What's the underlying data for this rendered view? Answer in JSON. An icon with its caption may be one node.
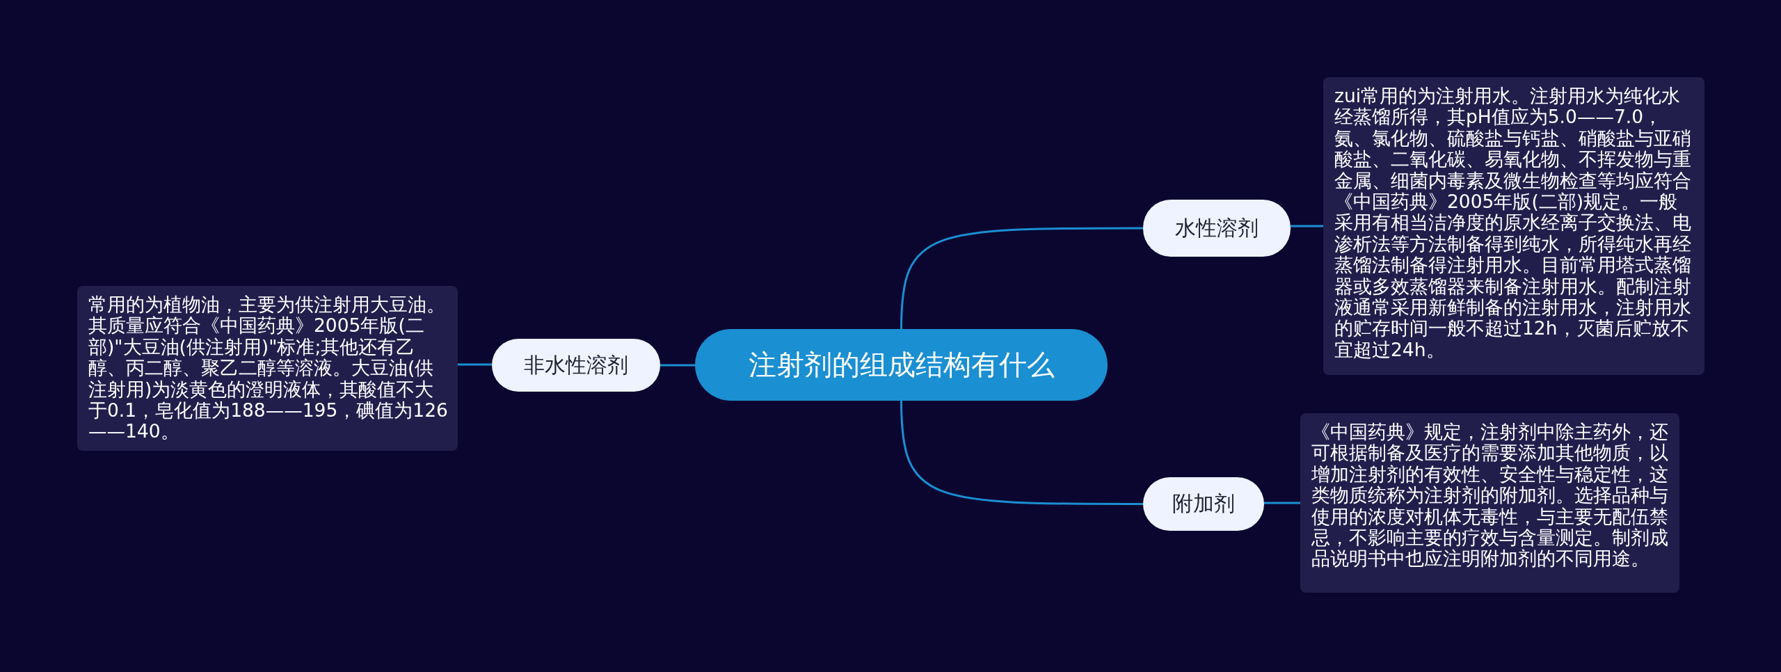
{
  "diagram": {
    "nodes": [
      {
        "text": [
          "注射剂的组成结构有什么"
        ]
      },
      {
        "text": [
          "水性溶剂"
        ]
      },
      {
        "text": [
          "zui常用的为注射用水。注射用水为纯化水经蒸馏所得，其pH值应为5.0——7.0，氨、氯化物、硫酸盐与钙盐、硝酸盐与亚硝酸盐、二氧化碳、易氧化物、不挥发物与重金属、细菌内毒素及微生物检查等均应符合《中国药典》2005年版(二部)规定。一般采用有相当洁净度的原水经离子交换法、电渗析法等方法制备得到纯水，所得纯水再经蒸馏法制备得注射用水。目前常用塔式蒸馏器或多效蒸馏器来制备注射用水。配制注射液通常采用新鲜制备的注射用水，注射用水的贮存时间一般不超过12h，灭菌后贮放不宜超过24h。"
        ]
      },
      {
        "text": [
          "附加剂"
        ]
      },
      {
        "text": [
          "《中国药典》规定，注射剂中除主药外，还可根据制备及医疗的需要添加其他物质，以增加注射剂的有效性、安全性与稳定性，这类物质统称为注射剂的附加剂。选择品种与使用的浓度对机体无毒性，与主要无配伍禁忌，不影响主要的疗效与含量测定。制剂成品说明书中也应注明附加剂的不同用途。"
        ]
      },
      {
        "text": [
          "非水性溶剂"
        ]
      },
      {
        "text": [
          "常用的为植物油，主要为供注射用大豆油。其质量应符合《中国药典》2005年版(二部)\"大豆油(供注射用)\"标准;其他还有乙醇、丙二醇、聚乙二醇等溶液。大豆油(供注射用)为淡黄色的澄明液体，其酸值不大于0.1，皂化值为188——195，碘值为126——140。"
        ]
      }
    ],
    "edges": [
      {
        "from": 0,
        "to": 1,
        "arrow": "none"
      },
      {
        "from": 1,
        "to": 2,
        "arrow": "none"
      },
      {
        "from": 0,
        "to": 3,
        "arrow": "none"
      },
      {
        "from": 3,
        "to": 4,
        "arrow": "none"
      },
      {
        "from": 0,
        "to": 5,
        "arrow": "none"
      },
      {
        "from": 5,
        "to": 6,
        "arrow": "none"
      }
    ]
  }
}
